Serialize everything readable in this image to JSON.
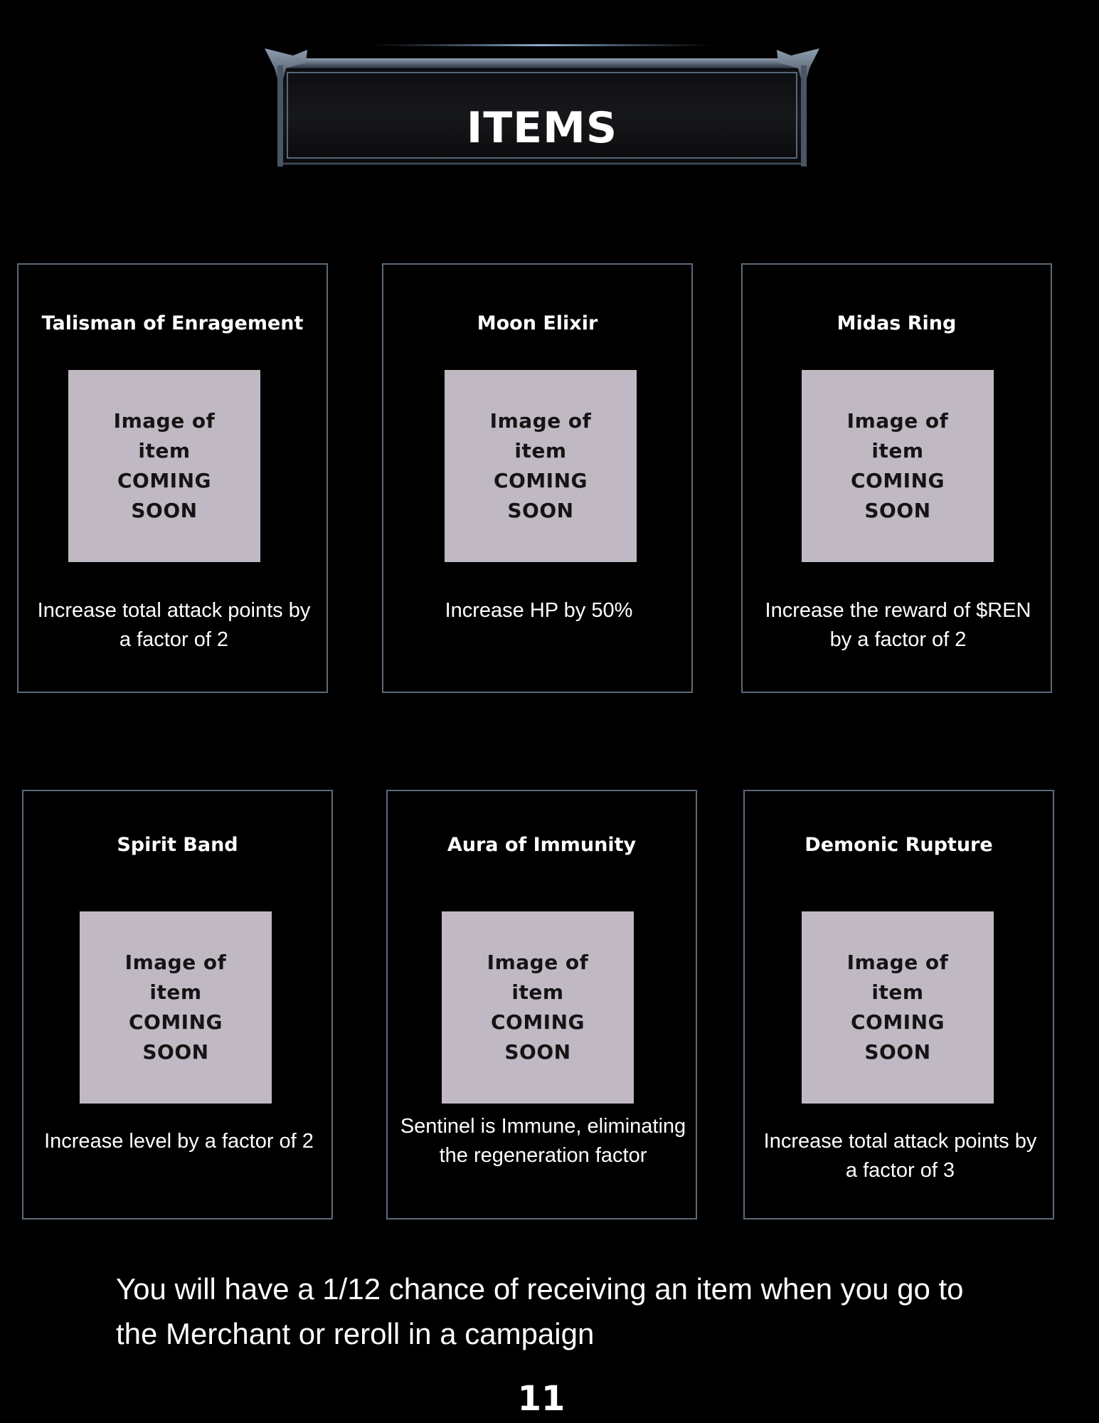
{
  "header": {
    "title": "ITEMS"
  },
  "placeholder_text": "Image of item COMING SOON",
  "items": [
    {
      "name": "Talisman of Enragement",
      "description": "Increase total attack points by a factor of 2"
    },
    {
      "name": "Moon Elixir",
      "description": "Increase HP by 50%"
    },
    {
      "name": "Midas Ring",
      "description": "Increase the reward of $REN by a factor of 2"
    },
    {
      "name": "Spirit Band",
      "description": "Increase level by a factor of 2"
    },
    {
      "name": "Aura of Immunity",
      "description": "Sentinel is Immune, eliminating the regeneration factor"
    },
    {
      "name": "Demonic Rupture",
      "description": "Increase total attack points by a factor of 3"
    }
  ],
  "footer": {
    "text": "You will have a 1/12 chance of receiving an item when you go to the Merchant or reroll in a campaign"
  },
  "page_number": "11",
  "colors": {
    "background": "#000000",
    "card_border": "#5b6a78",
    "placeholder": "#c0b9c3",
    "text": "#ffffff"
  }
}
